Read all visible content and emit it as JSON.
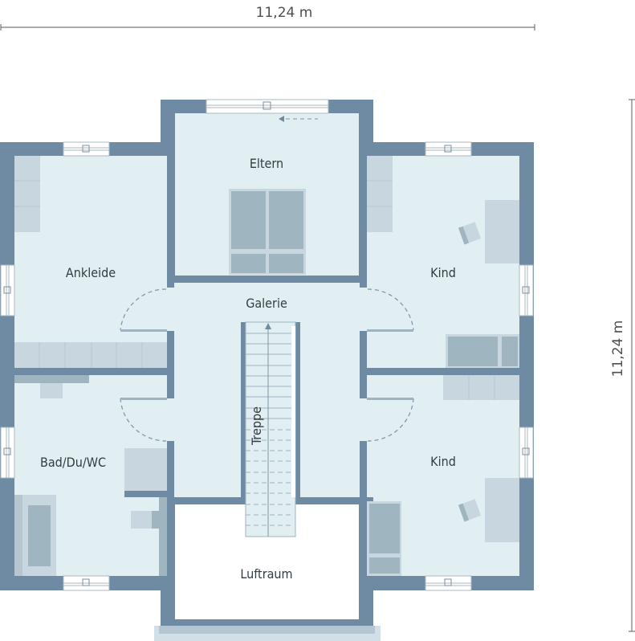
{
  "dimensions": {
    "width_label": "11,24 m",
    "height_label": "11,24 m"
  },
  "rooms": {
    "eltern": "Eltern",
    "ankleide": "Ankleide",
    "galerie": "Galerie",
    "kind_top": "Kind",
    "kind_bottom": "Kind",
    "bad": "Bad/Du/WC",
    "treppe": "Treppe",
    "luftraum": "Luftraum"
  },
  "colors": {
    "wall": "#6e8ba3",
    "floor": "#e2eff2",
    "furniture_light": "#c8d6e0",
    "furniture_dark": "#9fb6c0",
    "void": "#ffffff",
    "balcony": "#b4c6d2",
    "text": "#333c40"
  }
}
